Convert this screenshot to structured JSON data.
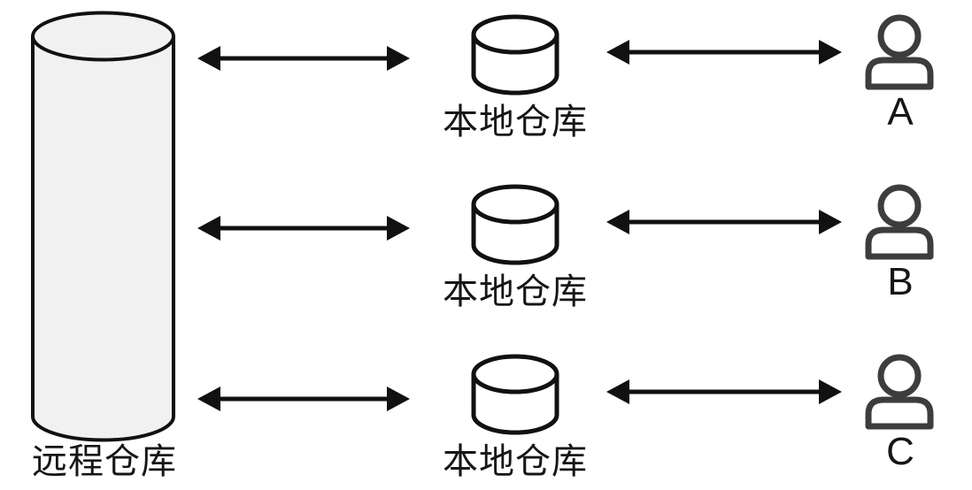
{
  "remote_repo": {
    "label": "远程仓库"
  },
  "rows": [
    {
      "local_label": "本地仓库",
      "user_label": "A"
    },
    {
      "local_label": "本地仓库",
      "user_label": "B"
    },
    {
      "local_label": "本地仓库",
      "user_label": "C"
    }
  ],
  "icons": {
    "remote": "database-cylinder-icon",
    "local": "database-cylinder-icon",
    "user": "person-icon",
    "link": "double-headed-arrow-icon"
  },
  "colors": {
    "background": "#ffffff",
    "outline": "#111111",
    "remote_cylinder_fill": "#f1f1f2",
    "local_cylinder_fill": "#ffffff",
    "person_stroke": "#3d3d3d",
    "text": "#161616"
  }
}
